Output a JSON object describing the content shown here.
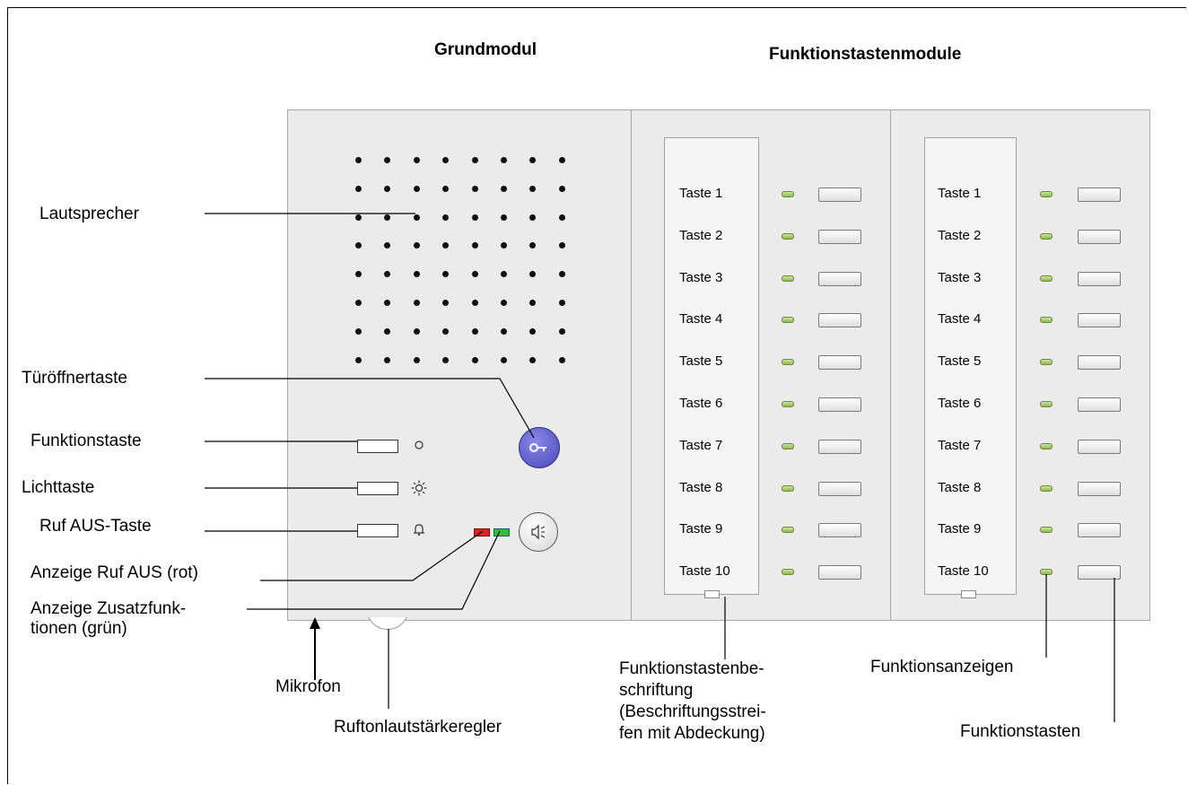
{
  "headings": {
    "base": "Grundmodul",
    "function_modules": "Funktionstastenmodule"
  },
  "labels": {
    "speaker": "Lautsprecher",
    "door_opener": "Türöffnertaste",
    "function_key": "Funktionstaste",
    "light_key": "Lichttaste",
    "call_off_key": "Ruf AUS-Taste",
    "call_off_indicator": "Anzeige Ruf AUS (rot)",
    "extra_indicator_1": "Anzeige Zusatzfunk-",
    "extra_indicator_2": "tionen (grün)",
    "microphone": "Mikrofon",
    "volume": "Ruftonlautstärkeregler",
    "labeling_1": "Funktionstastenbe-",
    "labeling_2": "schriftung",
    "labeling_3": "(Beschriftungsstrei-",
    "labeling_4": "fen mit Abdeckung)",
    "indicators": "Funktionsanzeigen",
    "function_keys": "Funktionstasten"
  },
  "module1_keys": [
    "Taste 1",
    "Taste 2",
    "Taste 3",
    "Taste 4",
    "Taste 5",
    "Taste 6",
    "Taste 7",
    "Taste 8",
    "Taste 9",
    "Taste 10"
  ],
  "module2_keys": [
    "Taste 1",
    "Taste 2",
    "Taste 3",
    "Taste 4",
    "Taste 5",
    "Taste 6",
    "Taste 7",
    "Taste 8",
    "Taste 9",
    "Taste 10"
  ],
  "icons": {
    "function": "circle-icon",
    "light": "sun-icon",
    "bell": "bell-icon",
    "door": "key-icon",
    "speaker": "speaker-icon"
  },
  "colors": {
    "door_button": "#5a57c8",
    "red_led": "#e02020",
    "green_led": "#2ec22e"
  }
}
